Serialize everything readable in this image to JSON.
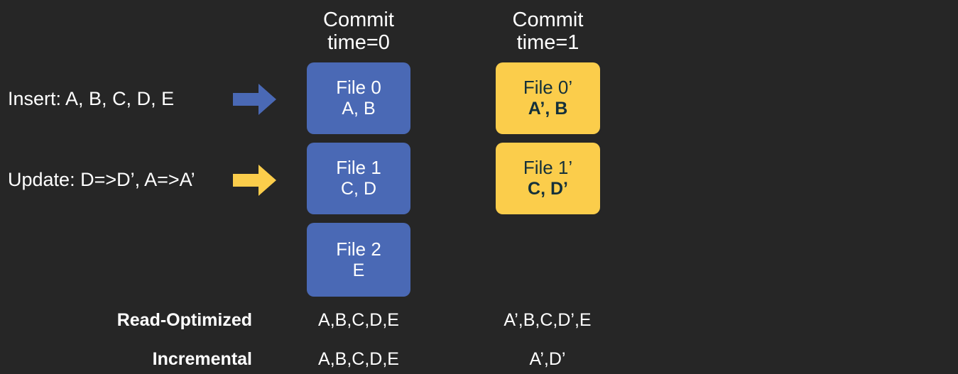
{
  "colors": {
    "background": "#262626",
    "file_blue": "#4a69b5",
    "file_yellow": "#fbcd4b",
    "text_light": "#ffffff",
    "text_dark": "#14303a"
  },
  "columns": [
    {
      "id": "commit-0",
      "header": "Commit\ntime=0"
    },
    {
      "id": "commit-1",
      "header": "Commit\ntime=1"
    }
  ],
  "operations": [
    {
      "id": "insert",
      "label": "Insert: A, B, C, D, E",
      "arrow_color": "#4a69b5",
      "arrow_icon": "right-arrow-icon"
    },
    {
      "id": "update",
      "label": "Update: D=>D’, A=>A’",
      "arrow_color": "#fbcd4b",
      "arrow_icon": "right-arrow-icon"
    }
  ],
  "files": {
    "commit_0": [
      {
        "name": "File 0",
        "records": "A, B"
      },
      {
        "name": "File 1",
        "records": "C, D"
      },
      {
        "name": "File 2",
        "records": "E"
      }
    ],
    "commit_1": [
      {
        "name": "File 0’",
        "records": "A’, B"
      },
      {
        "name": "File 1’",
        "records": "C, D’"
      }
    ]
  },
  "summary": {
    "rows": [
      {
        "label": "Read-Optimized",
        "commit_0": "A,B,C,D,E",
        "commit_1": "A’,B,C,D’,E"
      },
      {
        "label": "Incremental",
        "commit_0": "A,B,C,D,E",
        "commit_1": "A’,D’"
      }
    ]
  }
}
